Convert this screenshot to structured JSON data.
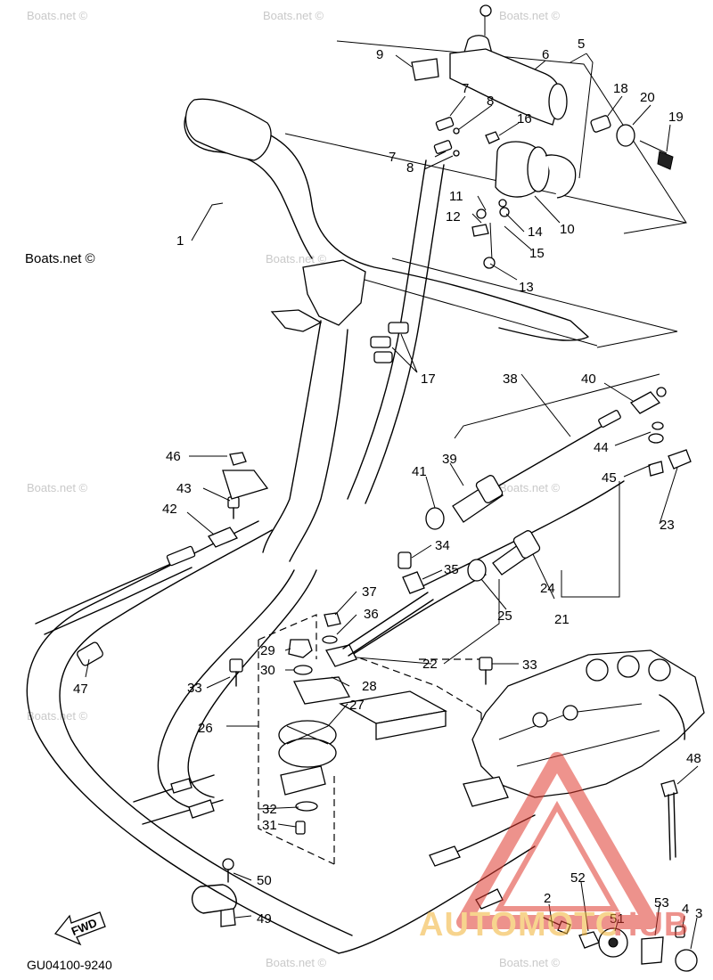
{
  "diagram_code": "GU04100-9240",
  "fwd_label": "FWD",
  "watermark_text": "Boats.net ©",
  "brand_logo": {
    "text_a": "AUTOMOTO",
    "text_b": "HUB",
    "color_a": "#f2b233",
    "color_b": "#e03a2f"
  },
  "part_numbers": {
    "p1": "1",
    "p2": "2",
    "p3": "3",
    "p4": "4",
    "p5": "5",
    "p6": "6",
    "p7a": "7",
    "p7b": "7",
    "p8a": "8",
    "p8b": "8",
    "p9": "9",
    "p10": "10",
    "p11": "11",
    "p12": "12",
    "p13": "13",
    "p14": "14",
    "p15": "15",
    "p16": "16",
    "p17": "17",
    "p18": "18",
    "p19": "19",
    "p20": "20",
    "p21": "21",
    "p22": "22",
    "p23": "23",
    "p24": "24",
    "p25": "25",
    "p26": "26",
    "p27": "27",
    "p28": "28",
    "p29": "29",
    "p30": "30",
    "p31": "31",
    "p32": "32",
    "p33a": "33",
    "p33b": "33",
    "p34": "34",
    "p35": "35",
    "p36": "36",
    "p37": "37",
    "p38": "38",
    "p39": "39",
    "p40": "40",
    "p41": "41",
    "p42": "42",
    "p43": "43",
    "p44": "44",
    "p45": "45",
    "p46": "46",
    "p47": "47",
    "p48": "48",
    "p49": "49",
    "p50": "50",
    "p51": "51",
    "p52": "52",
    "p53": "53"
  }
}
